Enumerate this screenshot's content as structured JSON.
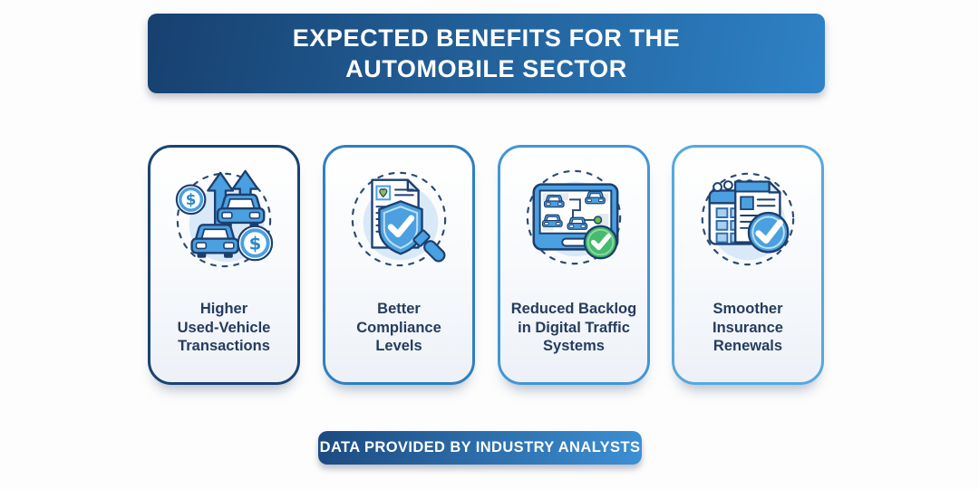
{
  "header": {
    "title": "EXPECTED BENEFITS FOR THE\nAUTOMOBILE SECTOR"
  },
  "cards": [
    {
      "label": "Higher\nUsed-Vehicle\nTransactions",
      "icon": "used-vehicle-transactions-icon",
      "border_color": "#1B4273"
    },
    {
      "label": "Better\nCompliance\nLevels",
      "icon": "compliance-shield-check-icon",
      "border_color": "#2F7FC1"
    },
    {
      "label": "Reduced Backlog\nin Digital Traffic\nSystems",
      "icon": "digital-traffic-system-icon",
      "border_color": "#4496D6"
    },
    {
      "label": "Smoother\nInsurance\nRenewals",
      "icon": "insurance-renewal-calendar-icon",
      "border_color": "#56A8DE"
    }
  ],
  "footer": {
    "label": "DATA PROVIDED BY INDUSTRY ANALYSTS"
  },
  "colors": {
    "page_background": "#FDFDFD",
    "header_gradient_start": "#17406F",
    "header_gradient_end": "#2E82C6",
    "footer_gradient_start": "#1C4A80",
    "footer_gradient_end": "#3C90D4",
    "card_label": "#243C5E",
    "icon_outline": "#1D3F6E",
    "icon_blue": "#4AA0E0",
    "icon_light_blue": "#D9E9F8",
    "success_green": "#45BB6C",
    "text_on_dark": "#FFFFFF"
  }
}
